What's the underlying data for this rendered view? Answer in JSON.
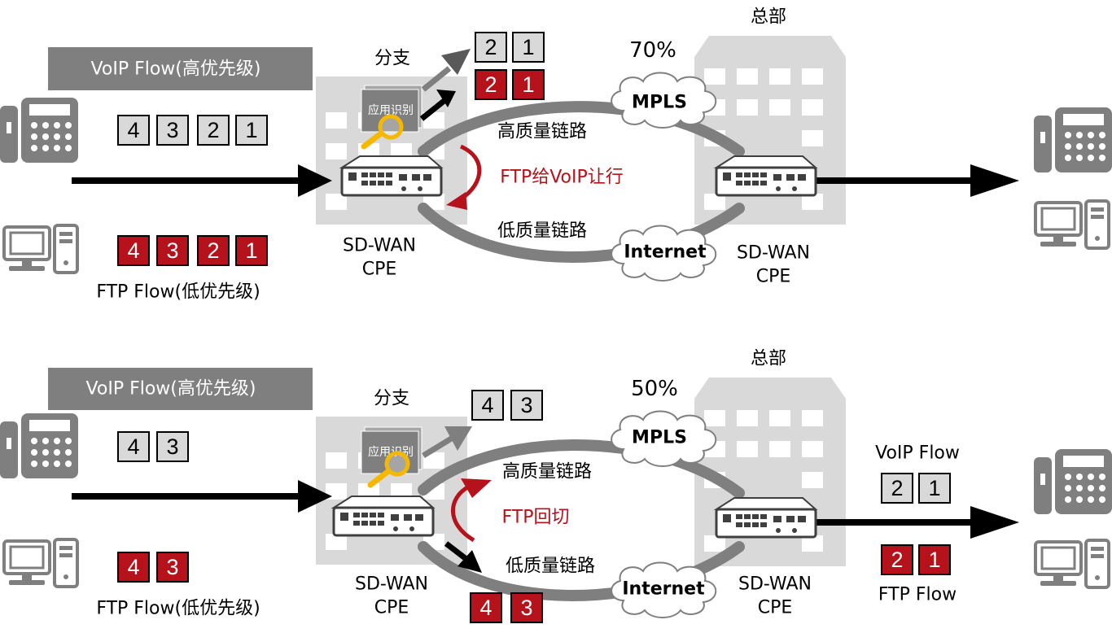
{
  "colors": {
    "high_priority": "#b5121b",
    "packet_gray": "#d9d9d9",
    "link_gray": "#7f7f7f",
    "banner": "#7f7f7f",
    "building": "#d9d9d9",
    "magnifier": "#f5b800"
  },
  "panels": [
    {
      "voip_banner": "VoIP Flow(高优先级)",
      "voip_packets": [
        "4",
        "3",
        "2",
        "1"
      ],
      "ftp_packets": [
        "4",
        "3",
        "2",
        "1"
      ],
      "ftp_label": "FTP Flow(低优先级)",
      "branch_label": "分支",
      "hq_label": "总部",
      "app_id_label": "应用识别",
      "cpe_branch_label_1": "SD-WAN",
      "cpe_branch_label_2": "CPE",
      "cpe_hq_label_1": "SD-WAN",
      "cpe_hq_label_2": "CPE",
      "mpls_label": "MPLS",
      "internet_label": "Internet",
      "high_link_label": "高质量链路",
      "low_link_label": "低质量链路",
      "utilization": "70%",
      "action_label": "FTP给VoIP让行",
      "top_gray_packets": [
        "2",
        "1"
      ],
      "top_red_packets": [
        "2",
        "1"
      ]
    },
    {
      "voip_banner": "VoIP Flow(高优先级)",
      "voip_packets": [
        "4",
        "3"
      ],
      "ftp_packets": [
        "4",
        "3"
      ],
      "ftp_label": "FTP Flow(低优先级)",
      "branch_label": "分支",
      "hq_label": "总部",
      "app_id_label": "应用识别",
      "cpe_branch_label_1": "SD-WAN",
      "cpe_branch_label_2": "CPE",
      "cpe_hq_label_1": "SD-WAN",
      "cpe_hq_label_2": "CPE",
      "mpls_label": "MPLS",
      "internet_label": "Internet",
      "high_link_label": "高质量链路",
      "low_link_label": "低质量链路",
      "utilization": "50%",
      "action_label": "FTP回切",
      "top_gray_packets": [
        "4",
        "3"
      ],
      "bottom_red_packets": [
        "4",
        "3"
      ],
      "out_voip_label": "VoIP Flow",
      "out_voip_packets": [
        "2",
        "1"
      ],
      "out_ftp_packets": [
        "2",
        "1"
      ],
      "out_ftp_label": "FTP Flow"
    }
  ]
}
